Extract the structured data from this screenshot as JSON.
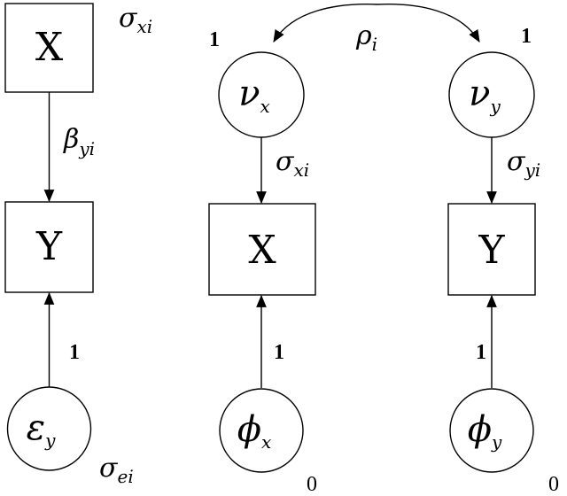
{
  "left_model": {
    "x_box": "X",
    "y_box": "Y",
    "error_node": {
      "symbol": "ε",
      "sub": "y"
    },
    "sigma_x_label": {
      "symbol": "σ",
      "sub": "xi"
    },
    "beta_label": {
      "symbol": "β",
      "sub": "yi"
    },
    "error_loading": "1",
    "sigma_e_label": {
      "symbol": "σ",
      "sub": "ei"
    }
  },
  "right_model": {
    "nu_x": {
      "symbol": "ν",
      "sub": "x"
    },
    "nu_y": {
      "symbol": "ν",
      "sub": "y"
    },
    "rho_label": {
      "symbol": "ρ",
      "sub": "i"
    },
    "nu_x_variance": "1",
    "nu_y_variance": "1",
    "sigma_x_label": {
      "symbol": "σ",
      "sub": "xi"
    },
    "sigma_y_label": {
      "symbol": "σ",
      "sub": "yi"
    },
    "x_box": "X",
    "y_box": "Y",
    "phi_x": {
      "symbol": "ϕ",
      "sub": "x"
    },
    "phi_y": {
      "symbol": "ϕ",
      "sub": "y"
    },
    "phi_x_loading": "1",
    "phi_y_loading": "1",
    "phi_x_variance": "0",
    "phi_y_variance": "0"
  }
}
